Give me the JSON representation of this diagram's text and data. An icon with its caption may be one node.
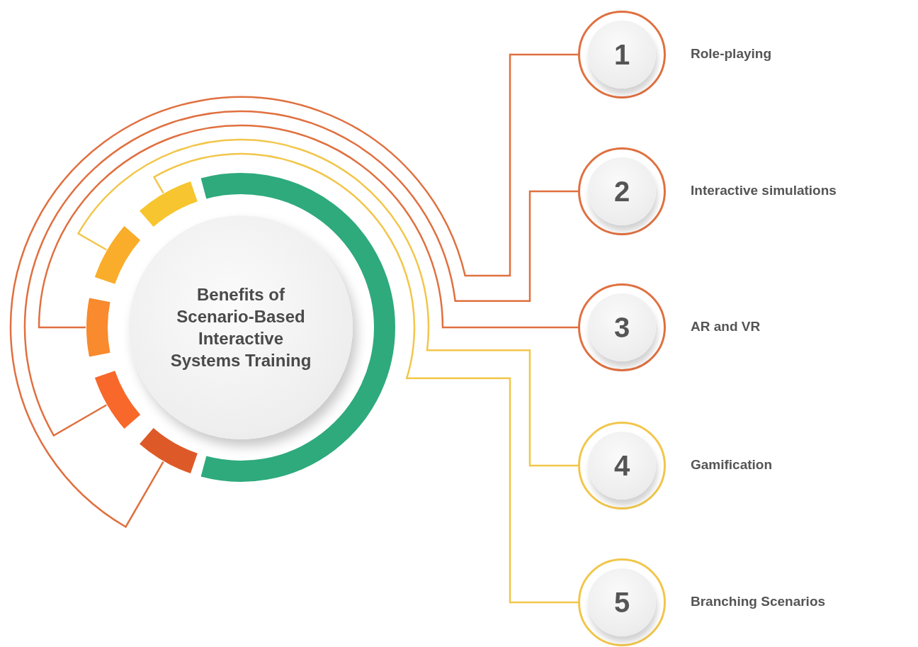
{
  "diagram": {
    "nodes": [
      {
        "text": [
          "Benefits of Scenario-Based Interactive Systems Training"
        ]
      },
      {
        "text": [],
        "shape": "bar"
      },
      {
        "text": [],
        "shape": "bar"
      },
      {
        "text": [],
        "shape": "bar"
      },
      {
        "text": [],
        "shape": "bar"
      },
      {
        "text": [],
        "shape": "bar"
      },
      {
        "text": [
          "1"
        ],
        "beside": [
          "Role-playing"
        ]
      },
      {
        "text": [
          "2"
        ],
        "beside": [
          "Interactive simulations"
        ]
      },
      {
        "text": [
          "3"
        ],
        "beside": [
          "AR and VR"
        ]
      },
      {
        "text": [
          "4"
        ],
        "beside": [
          "Gamification"
        ]
      },
      {
        "text": [
          "5"
        ],
        "beside": [
          "Branching Scenarios"
        ]
      }
    ],
    "edges": [
      {
        "from": 5,
        "to": 6,
        "arrow": "none"
      },
      {
        "from": 4,
        "to": 7,
        "arrow": "none"
      },
      {
        "from": 3,
        "to": 8,
        "arrow": "none"
      },
      {
        "from": 2,
        "to": 9,
        "arrow": "none",
        "color": "#f2c64a"
      },
      {
        "from": 1,
        "to": 10,
        "arrow": "none",
        "color": "#f2c64a"
      }
    ]
  }
}
